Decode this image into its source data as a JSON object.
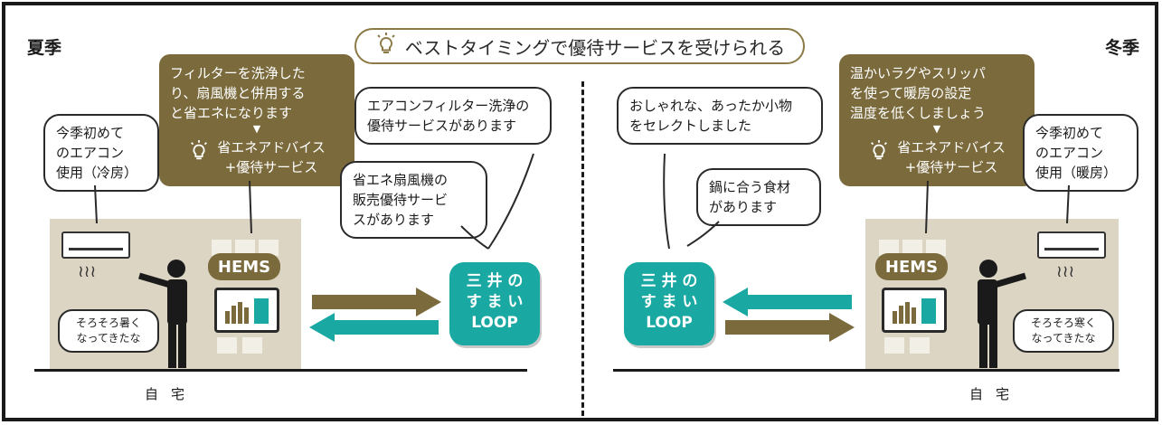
{
  "seasons": {
    "summer": "夏季",
    "winter": "冬季"
  },
  "banner": {
    "text": "ベストタイミングで優待サービスを受けられる",
    "icon": "lightbulb-icon"
  },
  "colors": {
    "olive": "#7a6a3c",
    "teal": "#1aa8a3",
    "house": "#dcd5c4",
    "border": "#1a1a1a"
  },
  "summer": {
    "user_bubble": [
      "今季初めて",
      "のエアコン",
      "使用（冷房）"
    ],
    "advice": {
      "lines": [
        "フィルターを洗浄した",
        "り、扇風機と併用する",
        "と省エネになります"
      ],
      "arrow": "▼",
      "advice_lines": [
        "省エネアドバイス",
        "+優待サービス"
      ]
    },
    "thought": [
      "そろそろ暑く",
      "なってきたな"
    ],
    "hems": "HEMS",
    "home": "自宅",
    "offers": [
      [
        "エアコンフィルター洗浄の",
        "優待サービスがあります"
      ],
      [
        "省エネ扇風機の",
        "販売優待サービ",
        "スがあります"
      ]
    ]
  },
  "winter": {
    "user_bubble": [
      "今季初めて",
      "のエアコン",
      "使用（暖房）"
    ],
    "advice": {
      "lines": [
        "温かいラグやスリッパ",
        "を使って暖房の設定",
        "温度を低くしましょう"
      ],
      "arrow": "▼",
      "advice_lines": [
        "省エネアドバイス",
        "+優待サービス"
      ]
    },
    "thought": [
      "そろそろ寒く",
      "なってきたな"
    ],
    "hems": "HEMS",
    "home": "自宅",
    "offers": [
      [
        "おしゃれな、あったか小物",
        "をセレクトしました"
      ],
      [
        "鍋に合う食材",
        "があります"
      ]
    ]
  },
  "loop": {
    "line1": "三 井 の",
    "line2": "す ま い",
    "line3": "LOOP"
  }
}
